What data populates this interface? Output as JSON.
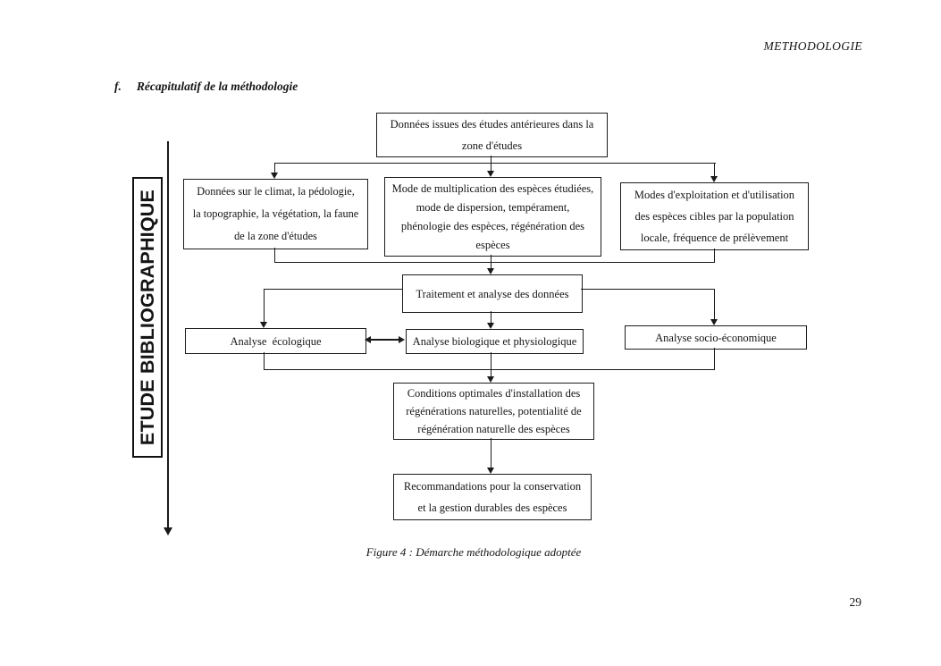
{
  "page": {
    "running_header": "METHODOLOGIE",
    "page_number": "29",
    "background_color": "#ffffff",
    "ink_color": "#1a1a1a"
  },
  "section_heading": {
    "index": "f.",
    "title": "Récapitulatif  de la méthodologie"
  },
  "sidebar": {
    "bibliographic_label": "ETUDE BIBLIOGRAPHIQUE"
  },
  "flowchart": {
    "source_box": [
      "Données issues des études antérieures dans la",
      "zone d'études"
    ],
    "climate_box": [
      "Données sur le climat, la pédologie,",
      "la topographie, la végétation, la faune",
      "de la zone d'études"
    ],
    "multiplication_box": [
      "Mode de multiplication des espèces étudiées,",
      "mode de dispersion, tempérament,",
      "phénologie des espèces, régénération des",
      "espèces"
    ],
    "exploitation_box": [
      "Modes d'exploitation et d'utilisation",
      "des espèces cibles par la population",
      "locale, fréquence de prélèvement"
    ],
    "processing_box": "Traitement et analyse des données",
    "ecological_box": "Analyse  écologique",
    "biological_box": "Analyse biologique et physiologique",
    "socioeconomic_box": "Analyse socio-économique",
    "conditions_box": [
      "Conditions optimales d'installation des",
      "régénérations naturelles, potentialité de",
      "régénération naturelle des espèces"
    ],
    "recommendations_box": [
      "Recommandations pour la conservation",
      "et la gestion durables des espèces"
    ]
  },
  "caption": "Figure 4 : Démarche méthodologique adoptée"
}
